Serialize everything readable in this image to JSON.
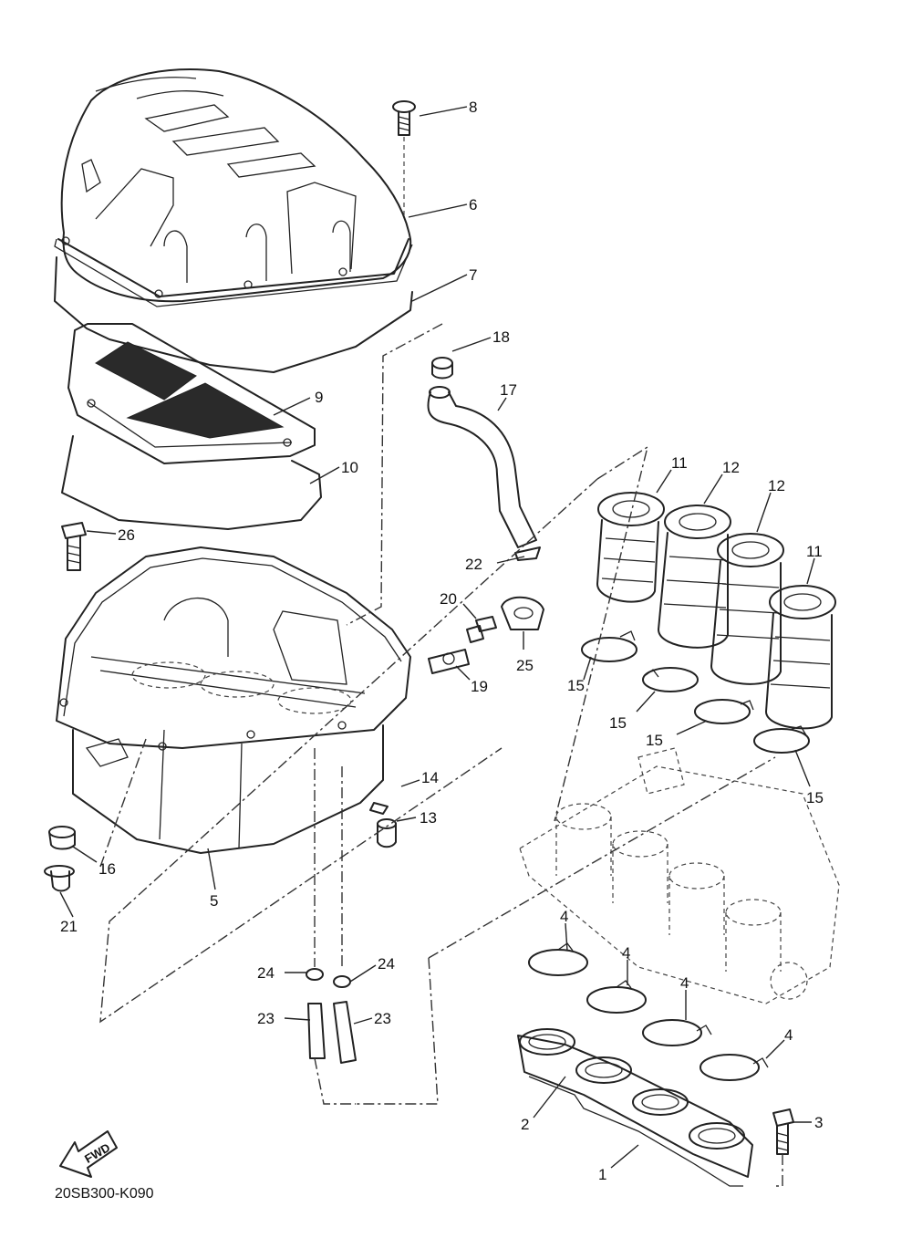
{
  "diagram": {
    "code": "20SB300-K090",
    "fwd_label": "FWD",
    "callouts": [
      "8",
      "6",
      "7",
      "18",
      "17",
      "9",
      "10",
      "26",
      "22",
      "11",
      "12",
      "12",
      "11",
      "20",
      "25",
      "19",
      "15",
      "15",
      "15",
      "15",
      "14",
      "13",
      "16",
      "21",
      "5",
      "24",
      "24",
      "23",
      "23",
      "4",
      "4",
      "4",
      "4",
      "3",
      "2",
      "1"
    ]
  }
}
